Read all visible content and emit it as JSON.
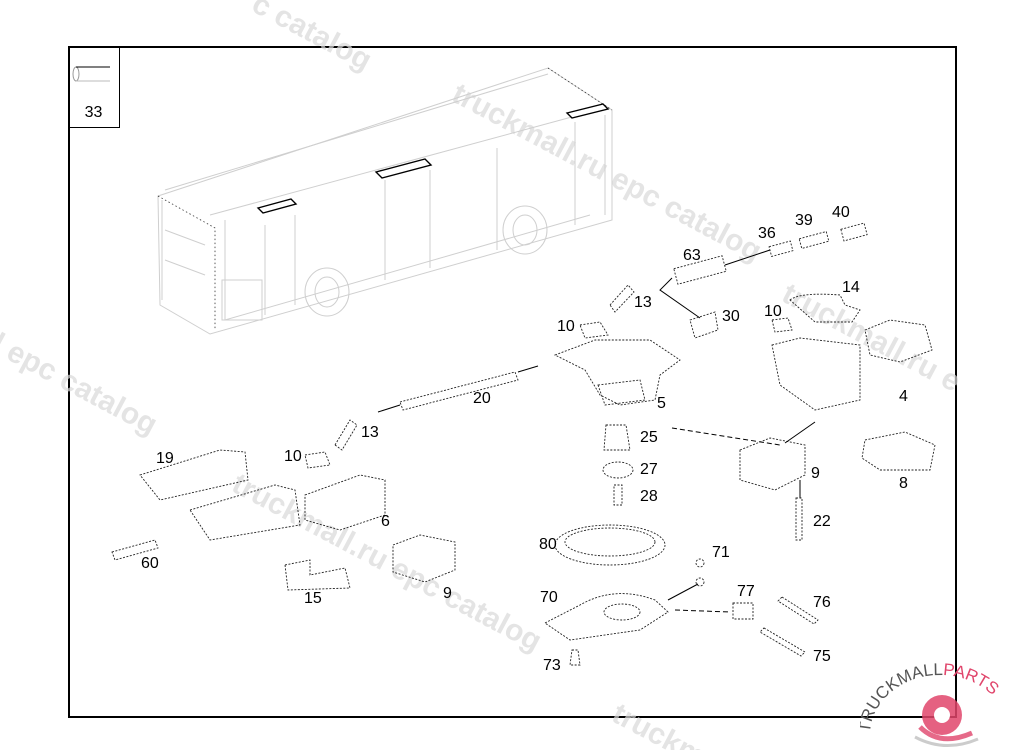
{
  "legend": {
    "part_number": "33",
    "icon": "tube-icon"
  },
  "watermark": {
    "text": "truckmall.ru epc catalog"
  },
  "logo": {
    "text_dark": "TRUCKMALL",
    "text_accent": "PARTS",
    "accent_color": "#e0456b",
    "dark_color": "#555555",
    "icon": "gear-icon"
  },
  "callouts": [
    {
      "id": "36",
      "label": "36"
    },
    {
      "id": "39",
      "label": "39"
    },
    {
      "id": "40",
      "label": "40"
    },
    {
      "id": "63",
      "label": "63"
    },
    {
      "id": "14",
      "label": "14"
    },
    {
      "id": "13a",
      "label": "13"
    },
    {
      "id": "10a",
      "label": "10"
    },
    {
      "id": "10b",
      "label": "10"
    },
    {
      "id": "30",
      "label": "30"
    },
    {
      "id": "5",
      "label": "5"
    },
    {
      "id": "4",
      "label": "4"
    },
    {
      "id": "20",
      "label": "20"
    },
    {
      "id": "13b",
      "label": "13"
    },
    {
      "id": "25",
      "label": "25"
    },
    {
      "id": "19",
      "label": "19"
    },
    {
      "id": "10c",
      "label": "10"
    },
    {
      "id": "27",
      "label": "27"
    },
    {
      "id": "9a",
      "label": "9"
    },
    {
      "id": "8",
      "label": "8"
    },
    {
      "id": "28",
      "label": "28"
    },
    {
      "id": "6",
      "label": "6"
    },
    {
      "id": "22",
      "label": "22"
    },
    {
      "id": "80",
      "label": "80"
    },
    {
      "id": "71",
      "label": "71"
    },
    {
      "id": "60",
      "label": "60"
    },
    {
      "id": "77",
      "label": "77"
    },
    {
      "id": "70",
      "label": "70"
    },
    {
      "id": "76",
      "label": "76"
    },
    {
      "id": "15",
      "label": "15"
    },
    {
      "id": "9b",
      "label": "9"
    },
    {
      "id": "75",
      "label": "75"
    },
    {
      "id": "73",
      "label": "73"
    }
  ]
}
